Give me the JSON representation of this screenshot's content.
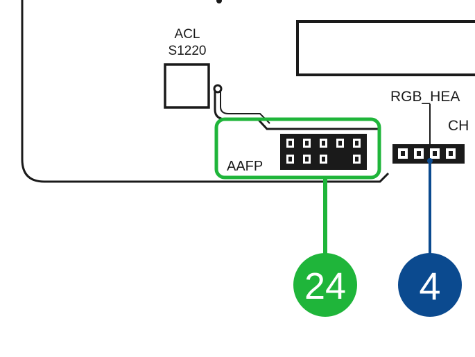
{
  "labels": {
    "acl_line1": "ACL",
    "acl_line2": "S1220",
    "aafp": "AAFP",
    "rgb": "RGB_HEA",
    "ch": "CH"
  },
  "callouts": [
    {
      "number": "24",
      "color": "#1fb53a"
    },
    {
      "number": "4",
      "color": "#0b4a8f"
    }
  ],
  "colors": {
    "board_outline": "#1a1a1a",
    "highlight_green": "#1fb53a",
    "leader_blue": "#0b4a8f"
  }
}
